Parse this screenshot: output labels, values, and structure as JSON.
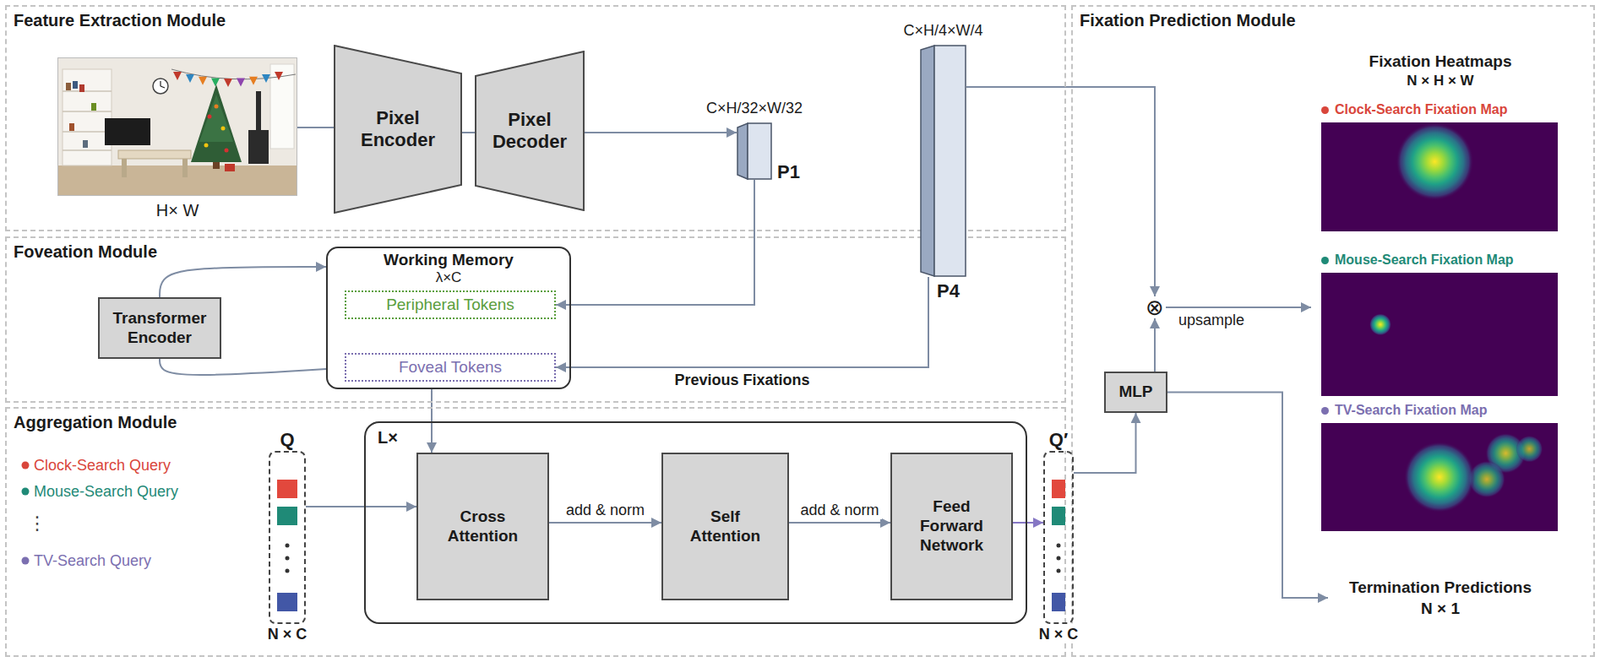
{
  "diagram": {
    "nodes": [
      {
        "text": [
          "Feature Extraction Module"
        ]
      },
      {
        "text": [
          "H× W"
        ],
        "in": 0
      },
      {
        "text": [
          "Pixel Encoder"
        ],
        "in": 0
      },
      {
        "text": [
          "Pixel Decoder"
        ],
        "in": 0
      },
      {
        "text": [
          "C×H/32×W/32",
          "P1"
        ],
        "in": 0
      },
      {
        "text": [
          "C×H/4×W/4",
          "P4"
        ],
        "in": 0
      },
      {
        "text": [
          "Foveation Module"
        ]
      },
      {
        "text": [
          "Transformer Encoder"
        ],
        "in": 6
      },
      {
        "text": [
          "Working Memory",
          "λ×C"
        ],
        "in": 6
      },
      {
        "text": [
          "Peripheral Tokens"
        ],
        "in": 8
      },
      {
        "text": [
          "Foveal Tokens"
        ],
        "in": 8
      },
      {
        "text": [
          "Aggregation Module"
        ]
      },
      {
        "text": [
          "Q",
          "N × C"
        ],
        "in": 11
      },
      {
        "text": [
          "L×"
        ],
        "in": 11
      },
      {
        "text": [
          "Cross Attention"
        ],
        "in": 13
      },
      {
        "text": [
          "Self Attention"
        ],
        "in": 13
      },
      {
        "text": [
          "Feed Forward Network"
        ],
        "in": 13
      },
      {
        "text": [
          "Q′",
          "N × C"
        ],
        "in": 11
      },
      {
        "text": [
          "Fixation Prediction Module"
        ]
      },
      {
        "text": [
          "MLP"
        ],
        "in": 18
      },
      {
        "text": [
          "⊗"
        ],
        "in": 18
      },
      {
        "text": [
          "Fixation Heatmaps",
          "N × H × W"
        ],
        "in": 18
      },
      {
        "text": [
          "Clock-Search Fixation Map"
        ],
        "in": 21
      },
      {
        "text": [
          "Mouse-Search Fixation Map"
        ],
        "in": 21
      },
      {
        "text": [
          "TV-Search Fixation Map"
        ],
        "in": 21
      },
      {
        "text": [
          "Termination Predictions",
          "N × 1"
        ],
        "in": 18
      }
    ],
    "edges": [
      {
        "from": 1,
        "to": 2,
        "arrow": "none"
      },
      {
        "from": 2,
        "to": 3,
        "arrow": "none"
      },
      {
        "from": 3,
        "to": 4,
        "arrow": "to"
      },
      {
        "from": 4,
        "to": 9,
        "arrow": "to"
      },
      {
        "from": 5,
        "to": 10,
        "label": "Previous Fixations",
        "arrow": "to"
      },
      {
        "from": 5,
        "to": 20,
        "arrow": "to"
      },
      {
        "from": 7,
        "to": 8,
        "arrow": "to"
      },
      {
        "from": 8,
        "to": 7,
        "arrow": "none"
      },
      {
        "from": 8,
        "to": 14,
        "arrow": "to"
      },
      {
        "from": 12,
        "to": 14,
        "arrow": "to"
      },
      {
        "from": 14,
        "to": 15,
        "label": "add & norm",
        "arrow": "to"
      },
      {
        "from": 15,
        "to": 16,
        "label": "add & norm",
        "arrow": "to"
      },
      {
        "from": 16,
        "to": 17,
        "arrow": "to"
      },
      {
        "from": 17,
        "to": 19,
        "arrow": "to"
      },
      {
        "from": 19,
        "to": 20,
        "arrow": "to"
      },
      {
        "from": 20,
        "to": 21,
        "label": "upsample",
        "arrow": "to"
      },
      {
        "from": 19,
        "to": 25,
        "arrow": "to"
      }
    ],
    "labels": [
      "Clock-Search Query",
      "Mouse-Search Query",
      "⋮",
      "TV-Search Query"
    ]
  }
}
